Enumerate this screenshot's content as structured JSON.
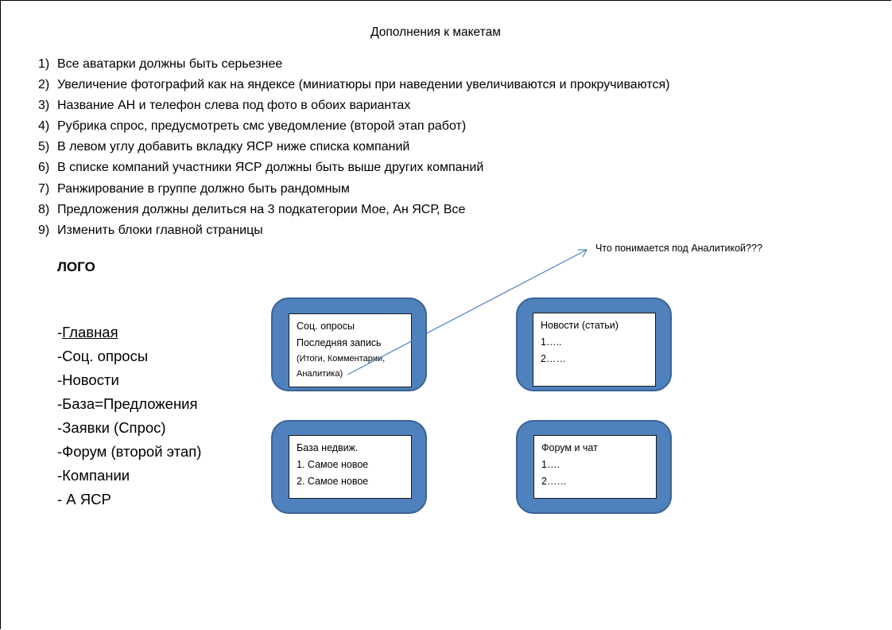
{
  "title": "Дополнения к макетам",
  "items": [
    {
      "num": "1)",
      "text": "Все аватарки должны быть серьезнее"
    },
    {
      "num": "2)",
      "text": "Увеличение фотографий как на яндексе  (миниатюры при наведении увеличиваются и прокручиваются)"
    },
    {
      "num": "3)",
      "text": "Название АН и телефон слева под фото в обоих вариантах"
    },
    {
      "num": "4)",
      "text": "Рубрика спрос, предусмотреть смс уведомление (второй этап работ)"
    },
    {
      "num": "5)",
      "text": "В левом углу добавить вкладку ЯСР ниже списка компаний"
    },
    {
      "num": "6)",
      "text": "В списке компаний участники ЯСР должны быть выше других компаний"
    },
    {
      "num": "7)",
      "text": "Ранжирование в группе должно быть рандомным"
    },
    {
      "num": "8)",
      "text": "Предложения должны делиться на 3 подкатегории  Мое, Ан ЯСР, Все"
    },
    {
      "num": "9)",
      "text": "Изменить блоки главной страницы"
    }
  ],
  "logo": "ЛОГО",
  "menu": {
    "main_prefix": "-",
    "main": "Главная",
    "items": [
      "-Соц. опросы",
      "-Новости",
      "-База=Предложения",
      "-Заявки (Спрос)",
      "-Форум (второй этап)",
      "-Компании",
      "- А ЯСР"
    ]
  },
  "blocks": {
    "polls": {
      "line1": "Соц. опросы",
      "line2": "Последняя запись",
      "line3": "(Итоги, Комментарии,",
      "line4": "Аналитика)"
    },
    "news": {
      "line1": "Новости (статьи)",
      "line2": "1…..",
      "line3": "2……"
    },
    "base": {
      "line1": "База недвиж.",
      "line2": "1. Самое новое",
      "line3": "2. Самое новое"
    },
    "forum": {
      "line1": "Форум и чат",
      "line2": "1….",
      "line3": "2……"
    }
  },
  "annotation": "Что понимается под  Аналитикой???",
  "colors": {
    "block_fill": "#4f81bd",
    "arrow": "#4f81bd"
  }
}
